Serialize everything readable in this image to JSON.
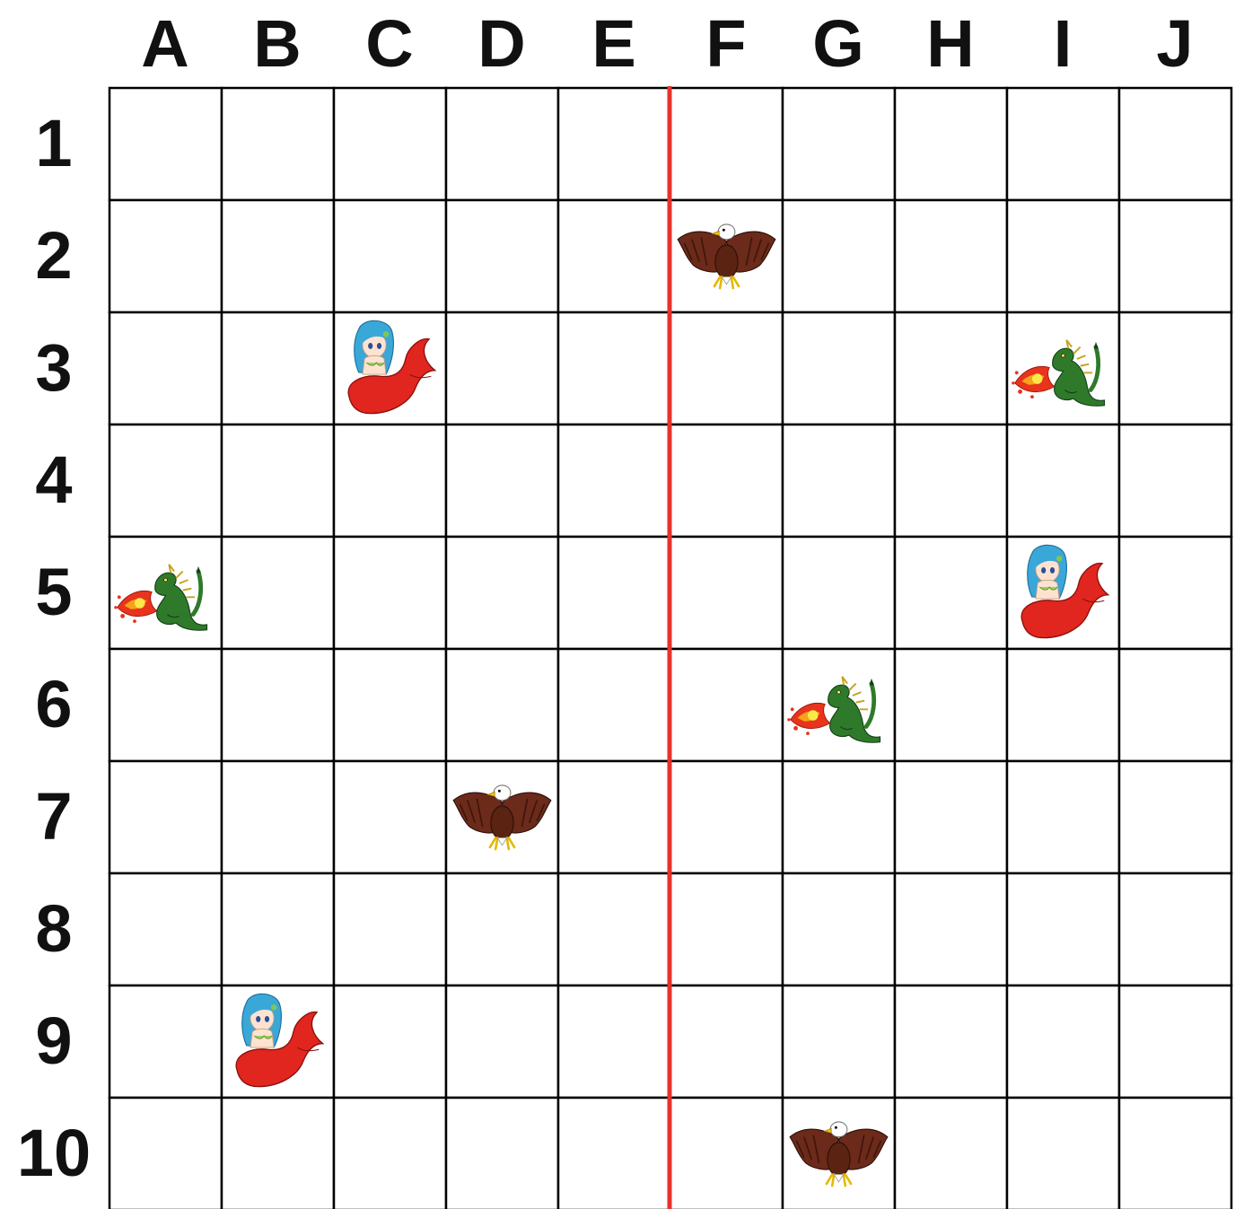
{
  "board": {
    "columns": [
      "A",
      "B",
      "C",
      "D",
      "E",
      "F",
      "G",
      "H",
      "I",
      "J"
    ],
    "rows": [
      "1",
      "2",
      "3",
      "4",
      "5",
      "6",
      "7",
      "8",
      "9",
      "10"
    ],
    "divider_color": "#e63329",
    "grid_color": "#000000"
  },
  "pieces": [
    {
      "type": "eagle",
      "col": "F",
      "row": "2",
      "icon": "eagle-icon"
    },
    {
      "type": "mermaid",
      "col": "C",
      "row": "3",
      "icon": "mermaid-icon"
    },
    {
      "type": "dragon",
      "col": "I",
      "row": "3",
      "icon": "dragon-icon"
    },
    {
      "type": "dragon",
      "col": "A",
      "row": "5",
      "icon": "dragon-icon"
    },
    {
      "type": "mermaid",
      "col": "I",
      "row": "5",
      "icon": "mermaid-icon"
    },
    {
      "type": "dragon",
      "col": "G",
      "row": "6",
      "icon": "dragon-icon"
    },
    {
      "type": "eagle",
      "col": "D",
      "row": "7",
      "icon": "eagle-icon"
    },
    {
      "type": "mermaid",
      "col": "B",
      "row": "9",
      "icon": "mermaid-icon"
    },
    {
      "type": "eagle",
      "col": "G",
      "row": "10",
      "icon": "eagle-icon"
    }
  ]
}
